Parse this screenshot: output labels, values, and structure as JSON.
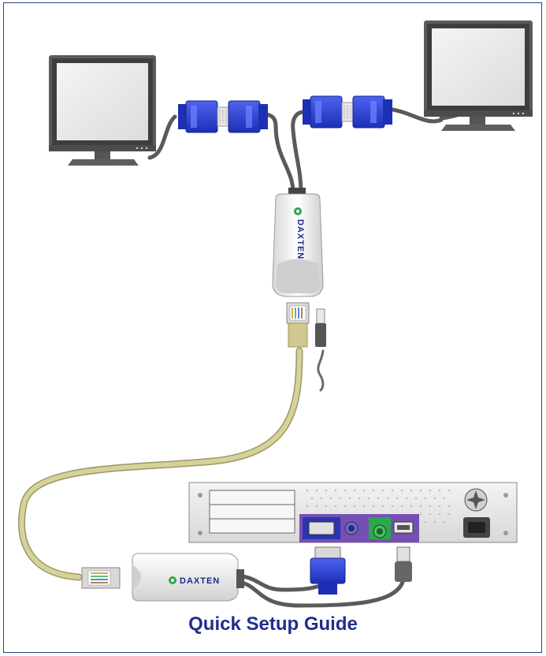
{
  "figure": {
    "caption": "Quick Setup Guide",
    "brand": "DAXTEN",
    "colors": {
      "border": "#2b3f8f",
      "caption": "#1f2f8a",
      "vga_connector": "#2a3fd6",
      "cat5_cable": "#c9c38b",
      "power_cable": "#6b6b6b",
      "brand_green": "#2aa84a"
    },
    "components": [
      {
        "name": "monitor-left",
        "icon": "monitor-icon"
      },
      {
        "name": "monitor-right",
        "icon": "monitor-icon"
      },
      {
        "name": "vga-splitter-connectors",
        "icon": "vga-connector-icon"
      },
      {
        "name": "remote-unit",
        "icon": "kvm-extender-icon"
      },
      {
        "name": "local-unit",
        "icon": "kvm-extender-icon"
      },
      {
        "name": "computer-back-panel",
        "icon": "pc-rear-panel-icon"
      }
    ]
  }
}
